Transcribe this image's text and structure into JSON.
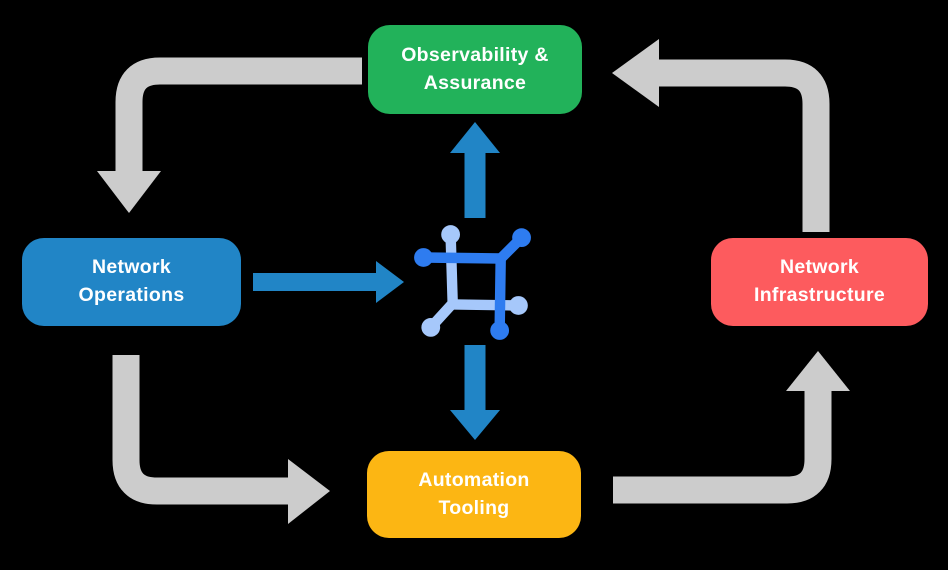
{
  "canvas": {
    "background": "#000000"
  },
  "colors": {
    "node_green": "#22B25A",
    "node_blue": "#2185C6",
    "node_coral": "#FD5B5E",
    "node_amber": "#FCB613",
    "arrow_gray": "#CCCCCC",
    "arrow_blue": "#2185C6",
    "icon_dark_blue": "#2E7CF0",
    "icon_light_blue": "#A6C8FB",
    "label_text": "#FFFFFF"
  },
  "nodes": {
    "observability": {
      "label": "Observability &\nAssurance",
      "color": "#22B25A"
    },
    "operations": {
      "label": "Network\nOperations",
      "color": "#2185C6"
    },
    "infrastructure": {
      "label": "Network\nInfrastructure",
      "color": "#FD5B5E"
    },
    "automation": {
      "label": "Automation\nTooling",
      "color": "#FCB613"
    }
  },
  "arrows": {
    "cycle": [
      {
        "name": "observability-to-operations",
        "color": "#CCCCCC"
      },
      {
        "name": "operations-to-automation",
        "color": "#CCCCCC"
      },
      {
        "name": "automation-to-infrastructure",
        "color": "#CCCCCC"
      },
      {
        "name": "infrastructure-to-observability",
        "color": "#CCCCCC"
      }
    ],
    "center": [
      {
        "name": "operations-to-center",
        "color": "#2185C6"
      },
      {
        "name": "center-to-observability",
        "color": "#2185C6"
      },
      {
        "name": "center-to-automation",
        "color": "#2185C6"
      }
    ]
  },
  "icons": {
    "center": "network-mesh-icon"
  }
}
